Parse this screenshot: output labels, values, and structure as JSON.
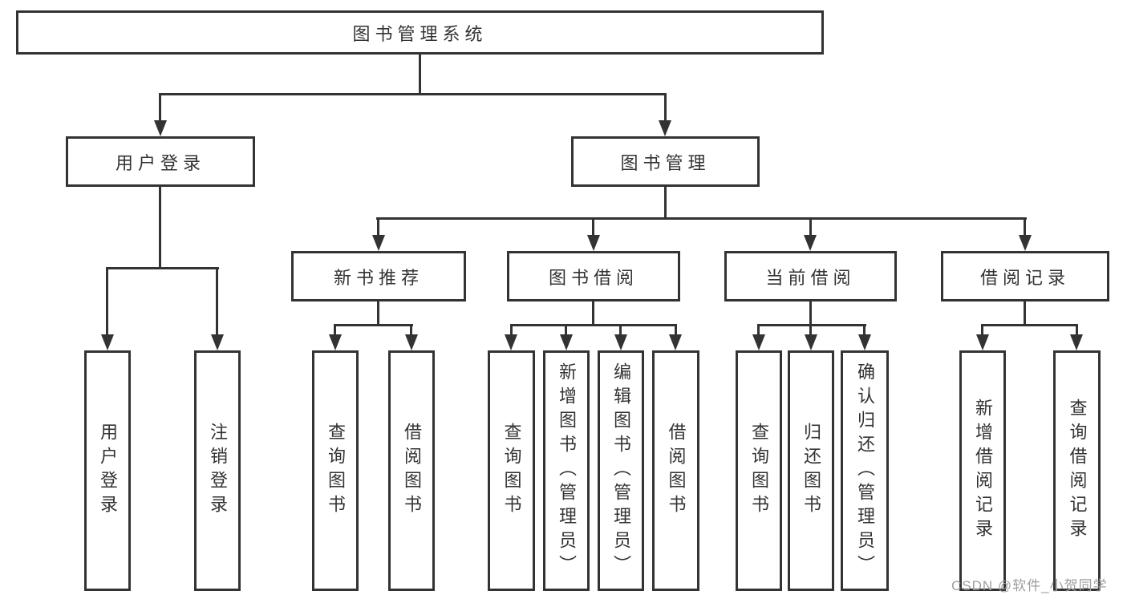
{
  "tree": {
    "root": {
      "label": "图书管理系统"
    },
    "branches": [
      {
        "label": "用户登录",
        "children": [
          {
            "label": "用户登录"
          },
          {
            "label": "注销登录"
          }
        ]
      },
      {
        "label": "图书管理",
        "groups": [
          {
            "label": "新书推荐",
            "children": [
              {
                "label": "查询图书"
              },
              {
                "label": "借阅图书"
              }
            ]
          },
          {
            "label": "图书借阅",
            "children": [
              {
                "label": "查询图书"
              },
              {
                "label": "新增图书（管理员）"
              },
              {
                "label": "编辑图书（管理员）"
              },
              {
                "label": "借阅图书"
              }
            ]
          },
          {
            "label": "当前借阅",
            "children": [
              {
                "label": "查询图书"
              },
              {
                "label": "归还图书"
              },
              {
                "label": "确认归还（管理员）"
              }
            ]
          },
          {
            "label": "借阅记录",
            "children": [
              {
                "label": "新增借阅记录"
              },
              {
                "label": "查询借阅记录"
              }
            ]
          }
        ]
      }
    ]
  },
  "watermark": {
    "text": "CSDN @软件_小贺同学",
    "color": "#9e9e9e"
  },
  "colors": {
    "line": "#333333",
    "text": "#333333",
    "box_fill": "#ffffff",
    "background": "#ffffff",
    "watermark": "#9e9e9e"
  }
}
